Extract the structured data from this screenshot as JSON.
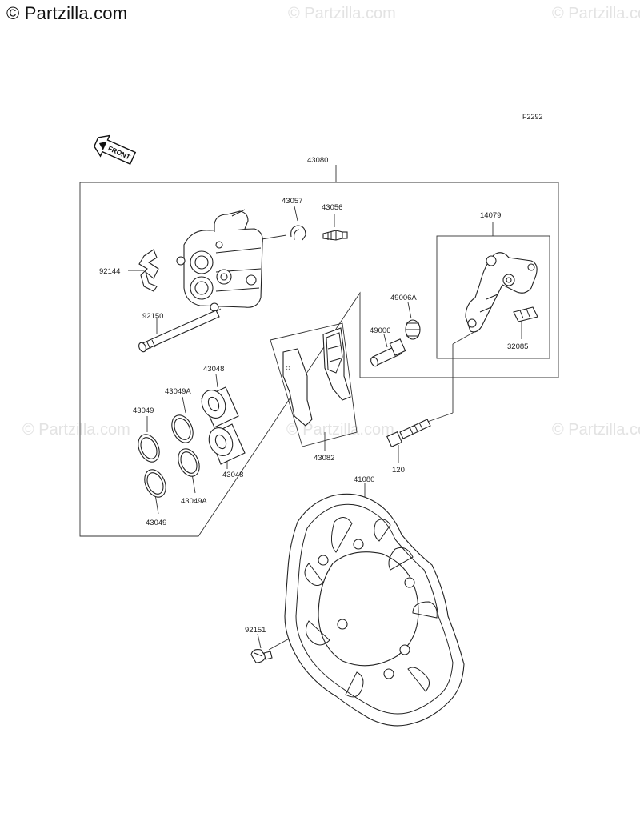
{
  "header": {
    "brand": "© Partzilla.com",
    "watermark": "© Partzilla.com"
  },
  "figure": {
    "code": "F2292",
    "front_marker": "FRONT"
  },
  "parts": [
    {
      "id": "p43080",
      "label": "43080"
    },
    {
      "id": "p43057",
      "label": "43057"
    },
    {
      "id": "p43056",
      "label": "43056"
    },
    {
      "id": "p14079",
      "label": "14079"
    },
    {
      "id": "p92144",
      "label": "92144"
    },
    {
      "id": "p92150",
      "label": "92150"
    },
    {
      "id": "p49006A",
      "label": "49006A"
    },
    {
      "id": "p49006",
      "label": "49006"
    },
    {
      "id": "p32085",
      "label": "32085"
    },
    {
      "id": "p43048a",
      "label": "43048"
    },
    {
      "id": "p43049Aa",
      "label": "43049A"
    },
    {
      "id": "p43049a",
      "label": "43049"
    },
    {
      "id": "p43048b",
      "label": "43048"
    },
    {
      "id": "p43049Ab",
      "label": "43049A"
    },
    {
      "id": "p43049b",
      "label": "43049"
    },
    {
      "id": "p43082",
      "label": "43082"
    },
    {
      "id": "p120",
      "label": "120"
    },
    {
      "id": "p41080",
      "label": "41080"
    },
    {
      "id": "p92151",
      "label": "92151"
    }
  ]
}
